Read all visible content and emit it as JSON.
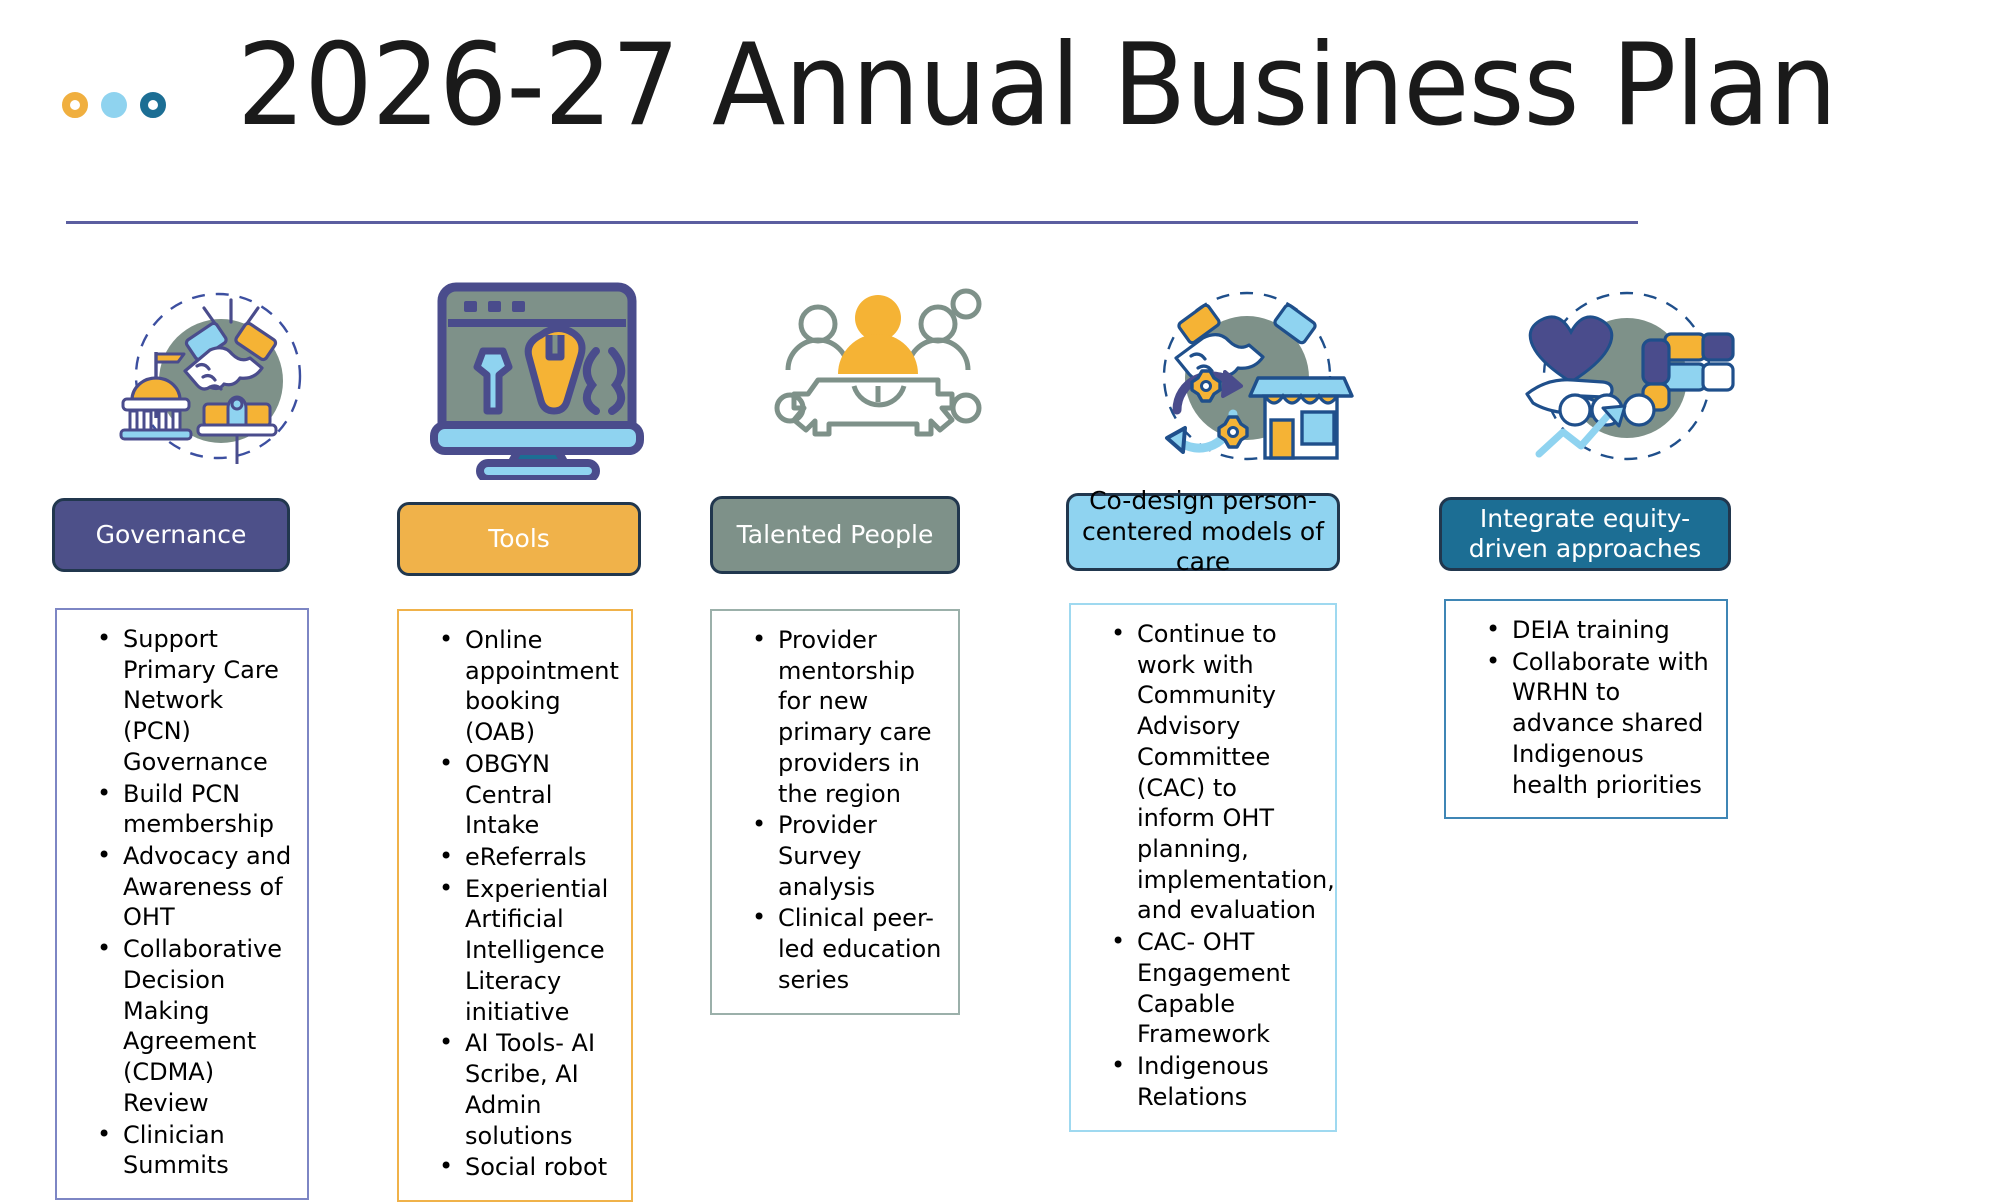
{
  "header": {
    "title": "2026-27 Annual Business Plan",
    "logo_dots": [
      {
        "name": "dot-amber-ring",
        "color": "#F0AF3F",
        "style": "ring"
      },
      {
        "name": "dot-light-blue",
        "color": "#8FD3EF",
        "style": "solid"
      },
      {
        "name": "dot-teal-ring",
        "color": "#1C6E94",
        "style": "ring"
      }
    ],
    "rule_color": "#5B5EA0"
  },
  "colors": {
    "governance_purple": "#4D5089",
    "tools_amber": "#F0B24A",
    "talent_sage": "#7E9189",
    "codesign_light_blue": "#8FD3F0",
    "equity_teal": "#1C6E94",
    "banner_border": "#21374E",
    "icon_outline": "#4A4C8C",
    "icon_sage": "#7E9189",
    "icon_blue": "#8FD3F0",
    "icon_amber": "#F5B335",
    "icon_navy": "#1F4F8B"
  },
  "columns": [
    {
      "key": "governance",
      "icon_name": "handshake-government-icon",
      "banner": {
        "label": "Governance",
        "bg": "#4D5089",
        "text_color": "#ffffff"
      },
      "list_border": "#7D86C4",
      "bullets": [
        "Support Primary Care Network (PCN) Governance",
        "Build PCN membership",
        "Advocacy and Awareness of OHT",
        "Collaborative Decision Making Agreement (CDMA) Review",
        "Clinician Summits"
      ]
    },
    {
      "key": "tools",
      "icon_name": "monitor-tools-icon",
      "banner": {
        "label": "Tools",
        "bg": "#F0B24A",
        "text_color": "#ffffff"
      },
      "list_border": "#F0B24A",
      "bullets": [
        "Online appointment booking (OAB)",
        "OBGYN Central Intake",
        "eReferrals",
        "Experiential Artificial Intelligence Literacy initiative",
        "AI Tools- AI Scribe, AI Admin solutions",
        "Social robot"
      ]
    },
    {
      "key": "talented_people",
      "icon_name": "people-gear-team-icon",
      "banner": {
        "label": "Talented People",
        "bg": "#7E9189",
        "text_color": "#ffffff"
      },
      "list_border": "#9BB0AA",
      "bullets": [
        "Provider mentorship for new primary care providers in the region",
        "Provider Survey analysis",
        "Clinical peer-led education series"
      ]
    },
    {
      "key": "co_design",
      "icon_name": "handshake-gears-clinic-icon",
      "banner": {
        "label": "Co-design person-centered models of care",
        "bg": "#8FD3F0",
        "text_color": "#000000"
      },
      "list_border": "#9FD9F0",
      "bullets": [
        "Continue to work with Community Advisory Committee (CAC) to inform OHT planning, implementation, and evaluation",
        "CAC- OHT Engagement Capable Framework",
        "Indigenous Relations"
      ]
    },
    {
      "key": "equity",
      "icon_name": "diversity-hands-heart-icon",
      "banner": {
        "label": "Integrate equity-driven approaches",
        "bg": "#1C6E94",
        "text_color": "#ffffff"
      },
      "list_border": "#3F86B5",
      "bullets": [
        " DEIA training",
        "Collaborate with WRHN to advance shared Indigenous health priorities"
      ]
    }
  ]
}
